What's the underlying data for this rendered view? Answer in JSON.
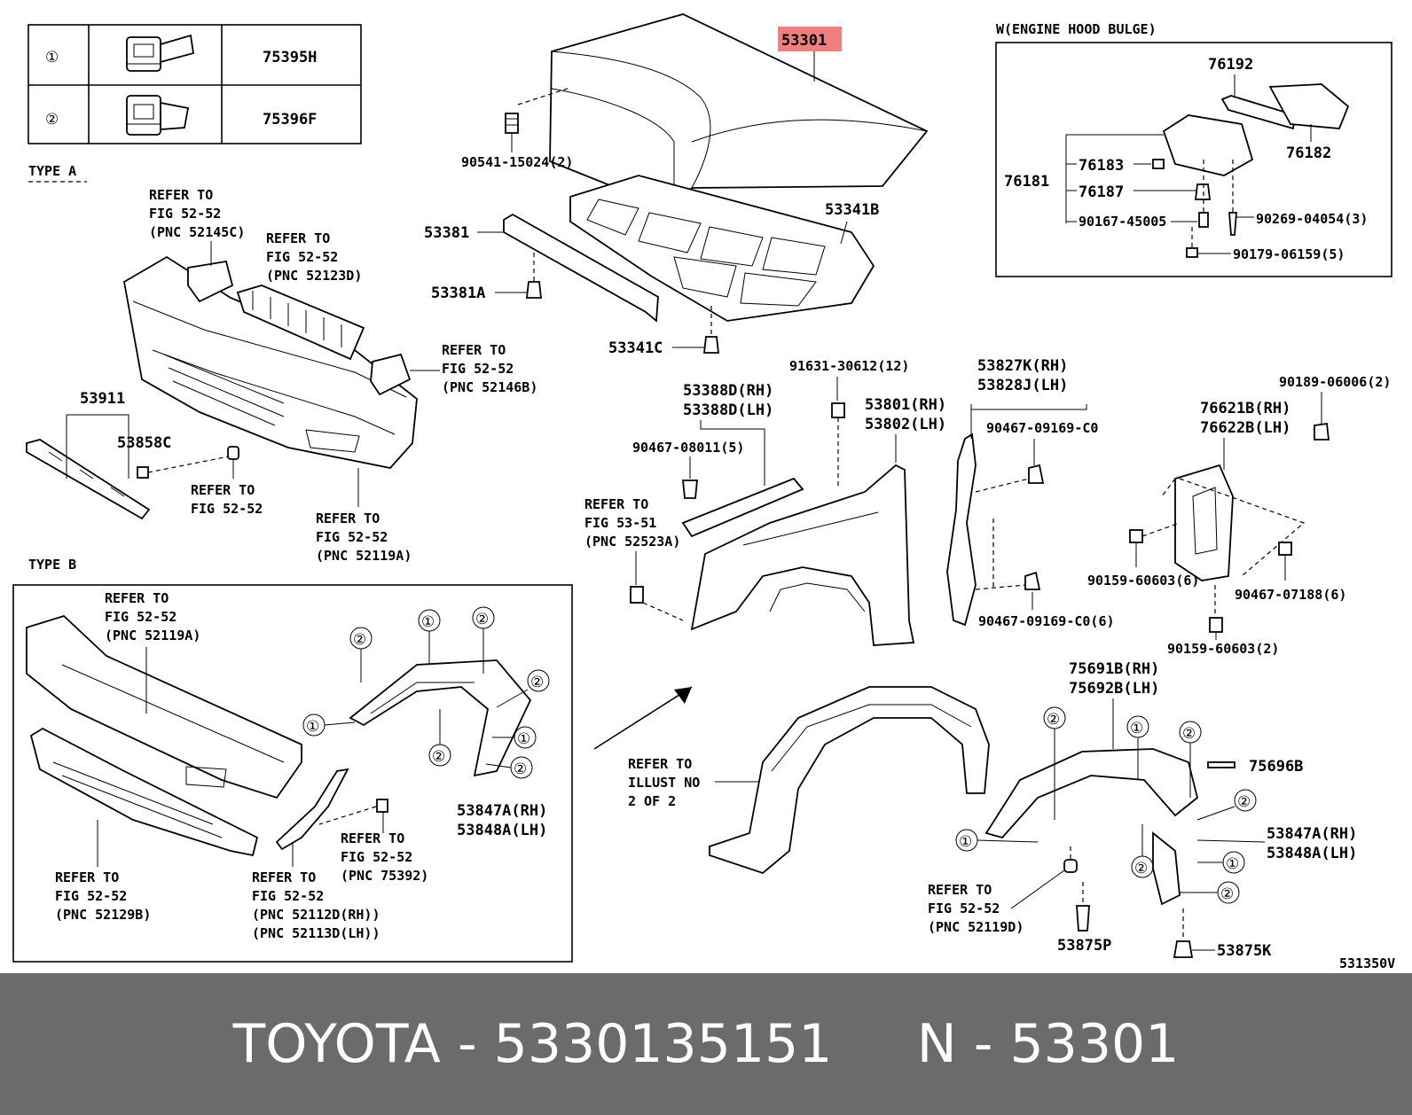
{
  "legend": {
    "rows": [
      {
        "num": "①",
        "part": "75395H"
      },
      {
        "num": "②",
        "part": "75396F"
      }
    ]
  },
  "sections": {
    "type_a": "TYPE A",
    "type_b": "TYPE B",
    "inset_title": "W(ENGINE HOOD BULGE)"
  },
  "callouts": {
    "hood": "53301",
    "hood_insulator": "53341B",
    "bolt_90541": "90541-15024(2)",
    "seal": "53381",
    "clip_53381A": "53381A",
    "clip_53341C": "53341C",
    "refer_52145C": [
      "REFER TO",
      "FIG 52-52",
      "(PNC 52145C)"
    ],
    "refer_52123D": [
      "REFER TO",
      "FIG 52-52",
      "(PNC 52123D)"
    ],
    "refer_52146B": [
      "REFER TO",
      "FIG 52-52",
      "(PNC 52146B)"
    ],
    "refer_52119A_a": [
      "REFER TO",
      "FIG 52-52",
      "(PNC 52119A)"
    ],
    "refer_fig5252": [
      "REFER TO",
      "FIG 52-52"
    ],
    "p53911": "53911",
    "p53858C": "53858C",
    "p76192": "76192",
    "p76182": "76182",
    "p76181": "76181",
    "p76183": "76183",
    "p76187": "76187",
    "p90167": "90167-45005",
    "p90269": "90269-04054(3)",
    "p90179": "90179-06159(5)",
    "p91631": "91631-30612(12)",
    "p53388D_rh": "53388D(RH)",
    "p53388D_lh": "53388D(LH)",
    "p90467_08011": "90467-08011(5)",
    "refer_52523A": [
      "REFER TO",
      "FIG 53-51",
      "(PNC 52523A)"
    ],
    "p53801": "53801(RH)",
    "p53802": "53802(LH)",
    "p53827K": "53827K(RH)",
    "p53828J": "53828J(LH)",
    "p90467_09169": "90467-09169-C0",
    "p90467_09169_6": "90467-09169-C0(6)",
    "p90189": "90189-06006(2)",
    "p76621B": "76621B(RH)",
    "p76622B": "76622B(LH)",
    "p90159_6": "90159-60603(6)",
    "p90467_07188": "90467-07188(6)",
    "p90159_2": "90159-60603(2)",
    "refer_52119A_b": [
      "REFER TO",
      "FIG 52-52",
      "(PNC 52119A)"
    ],
    "refer_52129B": [
      "REFER TO",
      "FIG 52-52",
      "(PNC 52129B)"
    ],
    "refer_52112D": [
      "REFER TO",
      "FIG 52-52",
      "(PNC 52112D(RH))",
      "(PNC 52113D(LH))"
    ],
    "refer_75392": [
      "REFER TO",
      "FIG 52-52",
      "(PNC 75392)"
    ],
    "p53847A_rh_b": "53847A(RH)",
    "p53848A_lh_b": "53848A(LH)",
    "refer_illust": [
      "REFER TO",
      "ILLUST NO",
      "2 OF 2"
    ],
    "p75691B": "75691B(RH)",
    "p75692B": "75692B(LH)",
    "p75696B": "75696B",
    "p53847A_rh": "53847A(RH)",
    "p53848A_lh": "53848A(LH)",
    "refer_52119D": [
      "REFER TO",
      "FIG 52-52",
      "(PNC 52119D)"
    ],
    "p53875P": "53875P",
    "p53875K": "53875K",
    "fig_code": "531350V",
    "c1": "①",
    "c2": "②"
  },
  "footer": {
    "brand": "TOYOTA",
    "separator": "-",
    "part_number": "5330135151",
    "ref_letter": "N",
    "ref_number": "53301"
  },
  "colors": {
    "highlight": "#f08080",
    "footer_bg": "#6b6b6b",
    "footer_text": "#ffffff"
  }
}
